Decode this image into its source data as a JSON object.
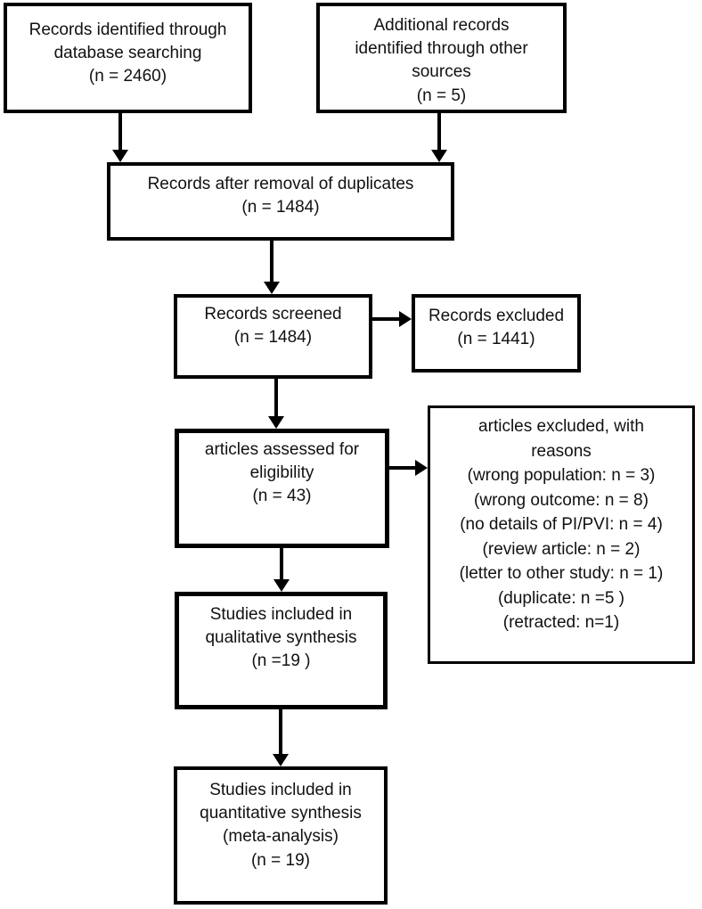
{
  "diagram": {
    "type": "prisma-flowchart",
    "colors": {
      "border": "#000000",
      "background": "#ffffff",
      "text": "#111111"
    },
    "boxes": {
      "records_identified": {
        "text": "Records identified through\ndatabase searching\n(n = 2460)"
      },
      "additional_records": {
        "text": "Additional records\nidentified through other\nsources\n(n = 5)"
      },
      "after_duplicates": {
        "text": "Records after removal of duplicates\n(n = 1484)"
      },
      "records_screened": {
        "text": "Records screened\n(n = 1484)"
      },
      "records_excluded": {
        "text": "Records excluded\n(n = 1441)"
      },
      "assessed_eligibility": {
        "text": "articles assessed for\neligibility\n(n = 43)"
      },
      "excluded_reasons": {
        "text": "articles excluded, with\nreasons\n(wrong population: n = 3)\n(wrong outcome: n = 8)\n(no details of PI/PVI: n = 4)\n(review article: n = 2)\n(letter to other study: n = 1)\n(duplicate: n =5 )\n(retracted: n=1)"
      },
      "qualitative_synthesis": {
        "text": "Studies included in\nqualitative synthesis\n(n =19 )"
      },
      "quantitative_synthesis": {
        "text": "Studies included in\nquantitative synthesis\n(meta-analysis)\n(n = 19)"
      }
    }
  }
}
